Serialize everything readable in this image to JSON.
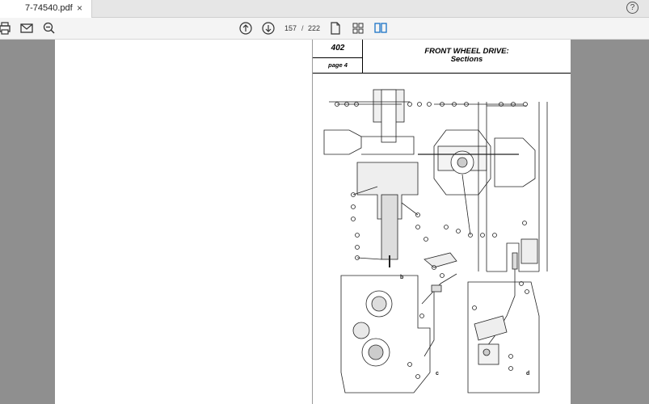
{
  "tab": {
    "title": "7-74540.pdf",
    "close": "×"
  },
  "help": {
    "label": "?"
  },
  "toolbar": {
    "current_page": "157",
    "separator": "/",
    "total_pages": "222"
  },
  "document": {
    "page_number": "402",
    "page_label": "page 4",
    "title_line1": "FRONT WHEEL DRIVE:",
    "title_line2": "Sections",
    "figure_labels": [
      "b",
      "c",
      "d"
    ]
  },
  "colors": {
    "gutter": "#8f8f8f",
    "toolbar": "#f4f4f4",
    "accent": "#1a73c7"
  }
}
